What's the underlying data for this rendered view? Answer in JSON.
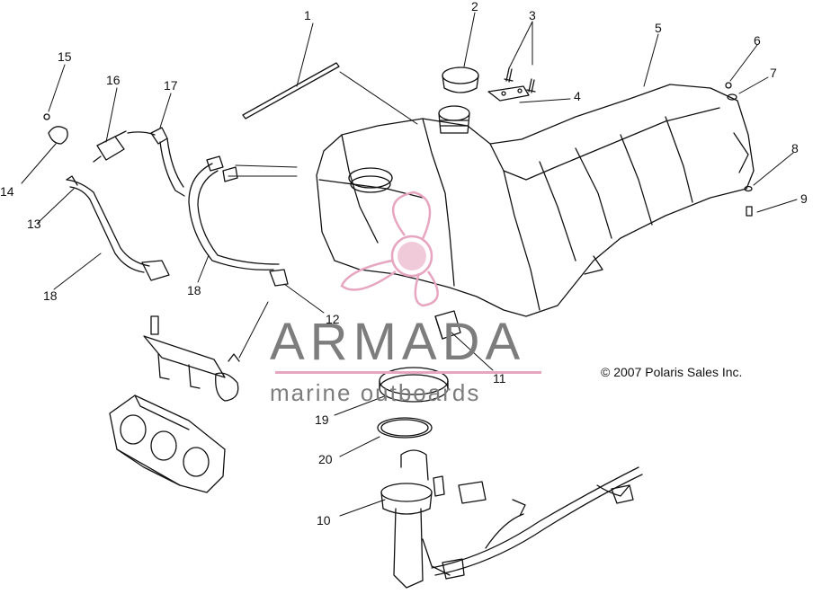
{
  "copyright": "© 2007 Polaris Sales Inc.",
  "watermark": {
    "word": "ARMADA",
    "sub": "marine outboards",
    "accent_color": "#e7a6c0",
    "text_color": "#7d7d7d"
  },
  "callouts": [
    "1",
    "2",
    "3",
    "4",
    "5",
    "6",
    "7",
    "8",
    "9",
    "10",
    "11",
    "12",
    "13",
    "14",
    "15",
    "16",
    "17",
    "18",
    "18",
    "19",
    "20"
  ]
}
